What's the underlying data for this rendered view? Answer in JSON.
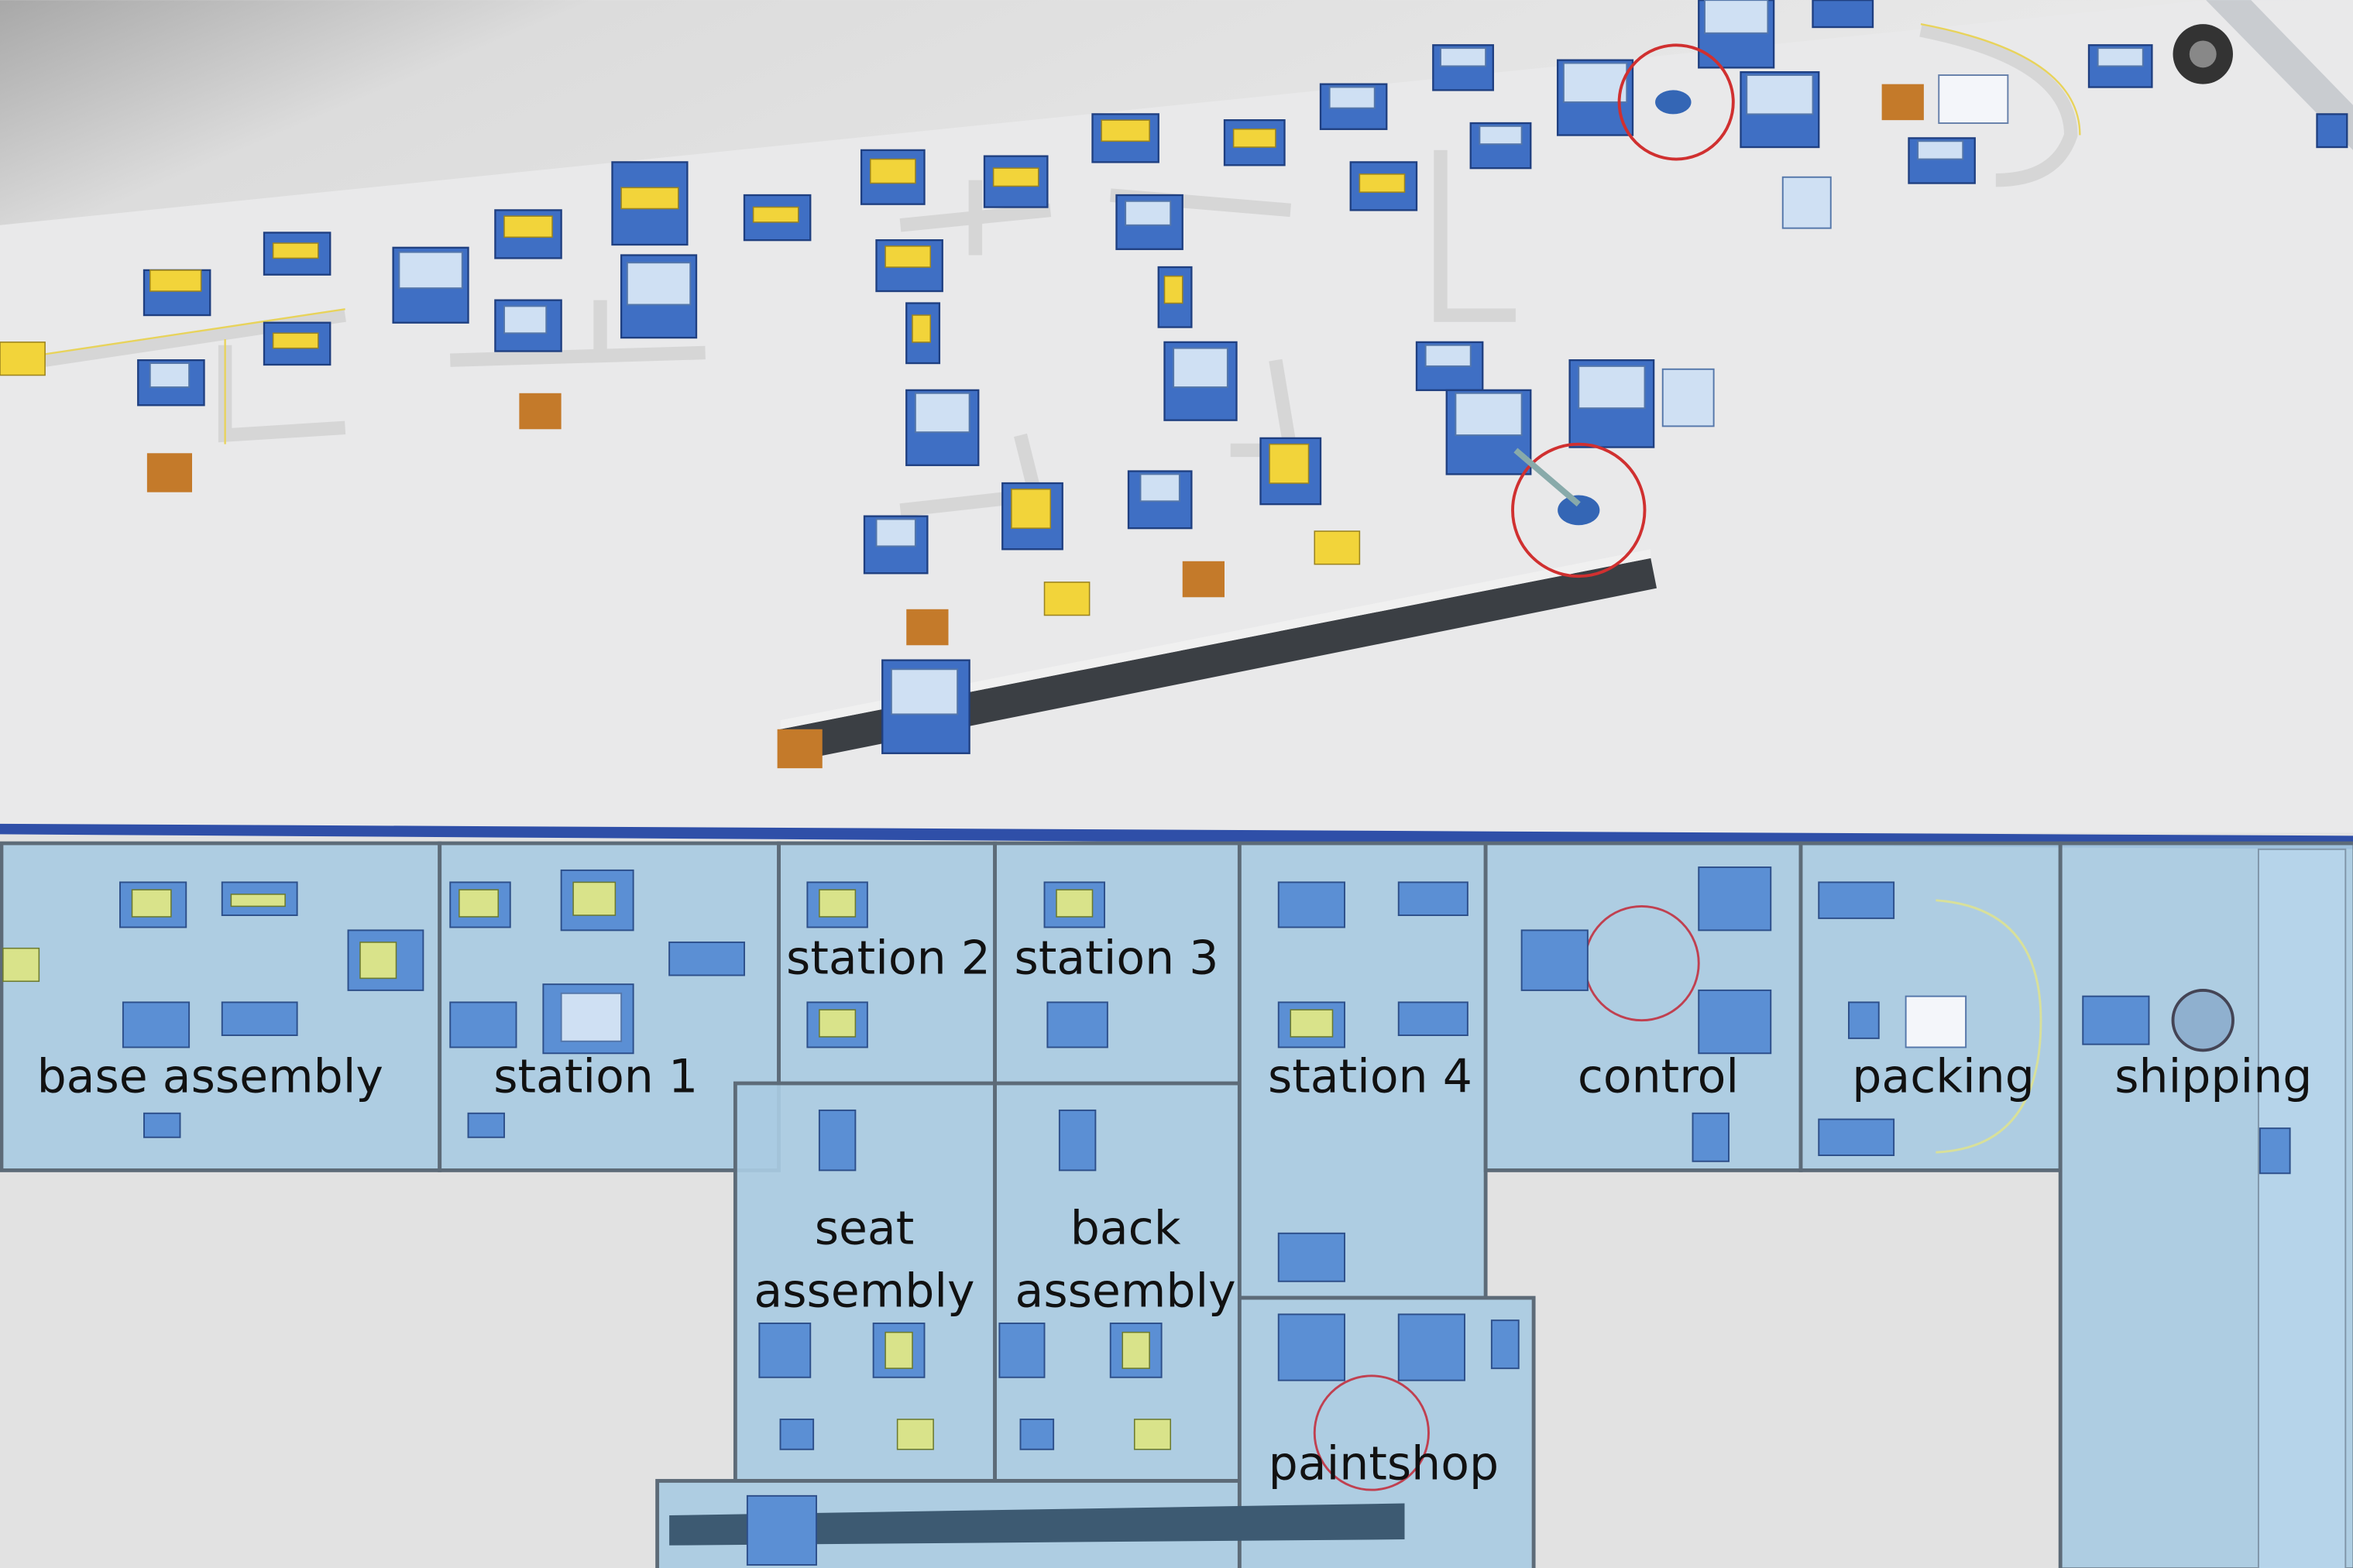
{
  "figure": {
    "zones": [
      {
        "id": "base-assembly",
        "label": "base assembly"
      },
      {
        "id": "station-1",
        "label": "station 1"
      },
      {
        "id": "station-2",
        "label": "station 2"
      },
      {
        "id": "station-3",
        "label": "station 3"
      },
      {
        "id": "seat-assembly",
        "label_lines": [
          "seat",
          "assembly"
        ]
      },
      {
        "id": "back-assembly",
        "label_lines": [
          "back",
          "assembly"
        ]
      },
      {
        "id": "station-4",
        "label": "station 4"
      },
      {
        "id": "control",
        "label": "control"
      },
      {
        "id": "packing",
        "label": "packing"
      },
      {
        "id": "shipping",
        "label": "shipping"
      },
      {
        "id": "paintshop",
        "label": "paintshop"
      }
    ],
    "colors": {
      "zone_fill": "#a9cbe2",
      "divider": "#2f4fa8",
      "robot_highlight": "#d03030",
      "machine": "#3f6fc4",
      "pallet": "#f2d43a"
    }
  }
}
